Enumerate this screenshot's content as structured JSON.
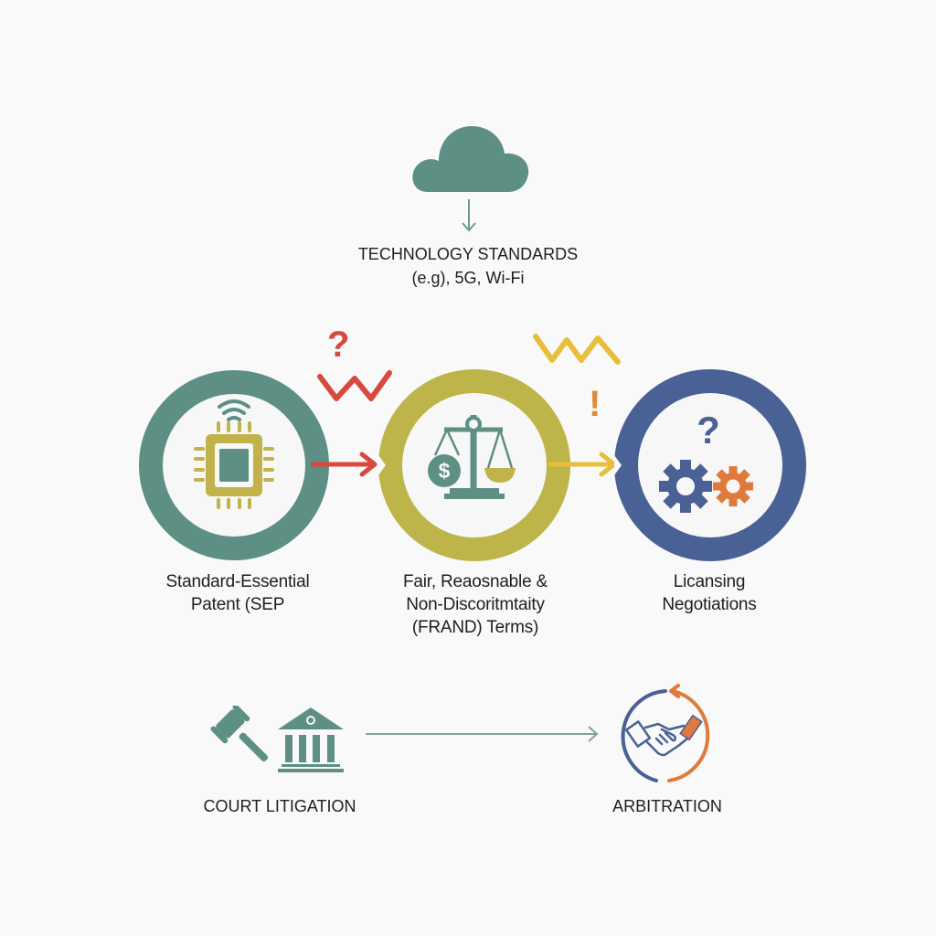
{
  "top": {
    "icon": "cloud-icon",
    "title": "TECHNOLOGY STANDARDS",
    "subtitle": "(e.g), 5G, Wi-Fi"
  },
  "stages": [
    {
      "icon": "chip-wireless-icon",
      "label_line1": "Standard-Essential",
      "label_line2": "Patent (SEP",
      "ring_color": "#5e8f84"
    },
    {
      "icon": "scales-of-justice-icon",
      "label_line1": "Fair, Reaosnable &",
      "label_line2": "Non-Discoritmtaity",
      "label_line3": "(FRAND) Terms)",
      "ring_color": "#bdb54a"
    },
    {
      "icon": "gears-question-icon",
      "label_line1": "Licansing",
      "label_line2": "Negotiations",
      "ring_color": "#4a6196"
    }
  ],
  "annotations": {
    "question_mark": "?",
    "exclamation": "!",
    "gear_question": "?",
    "dollar": "$"
  },
  "bottom": {
    "left_label": "COURT LITIGATION",
    "right_label": "ARBITRATION"
  },
  "colors": {
    "teal": "#5e8f84",
    "olive": "#bdb54a",
    "navy": "#4a6196",
    "red": "#d9483e",
    "yellow": "#e8be3a",
    "orange": "#e07a3c"
  }
}
